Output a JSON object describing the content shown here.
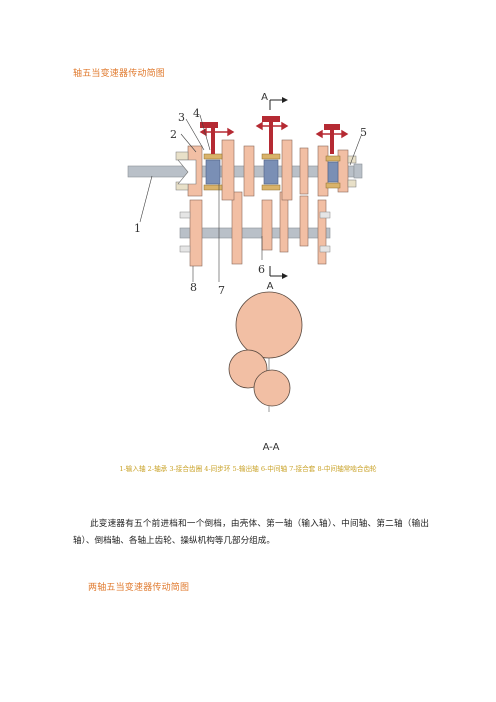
{
  "heading_top": "轴五当变速器传动简图",
  "figure": {
    "section_mark_top": "A",
    "section_mark_bottom": "A",
    "section_title": "A-A",
    "labels": {
      "n1": "1",
      "n2": "2",
      "n3": "3",
      "n4": "4",
      "n5": "5",
      "n6": "6",
      "n7": "7",
      "n8": "8"
    },
    "colors": {
      "gear": "#f2bfa4",
      "gear_stroke": "#8a6a5a",
      "shaft": "#b9c0c8",
      "sync": "#7a8fb5",
      "fork": "#b52a33"
    }
  },
  "caption": "1-输入轴 2-轴承 3-接合齿圈 4-同步环 5-输出轴 6-中间轴 7-接合套 8-中间轴常啮合齿轮",
  "paragraph": "此变速器有五个前进档和一个倒档，由壳体、第一轴（输入轴）、中间轴、第二轴（输出轴）、倒档轴、各轴上齿轮、操纵机构等几部分组成。",
  "heading_bottom": "两轴五当变速器传动简图"
}
